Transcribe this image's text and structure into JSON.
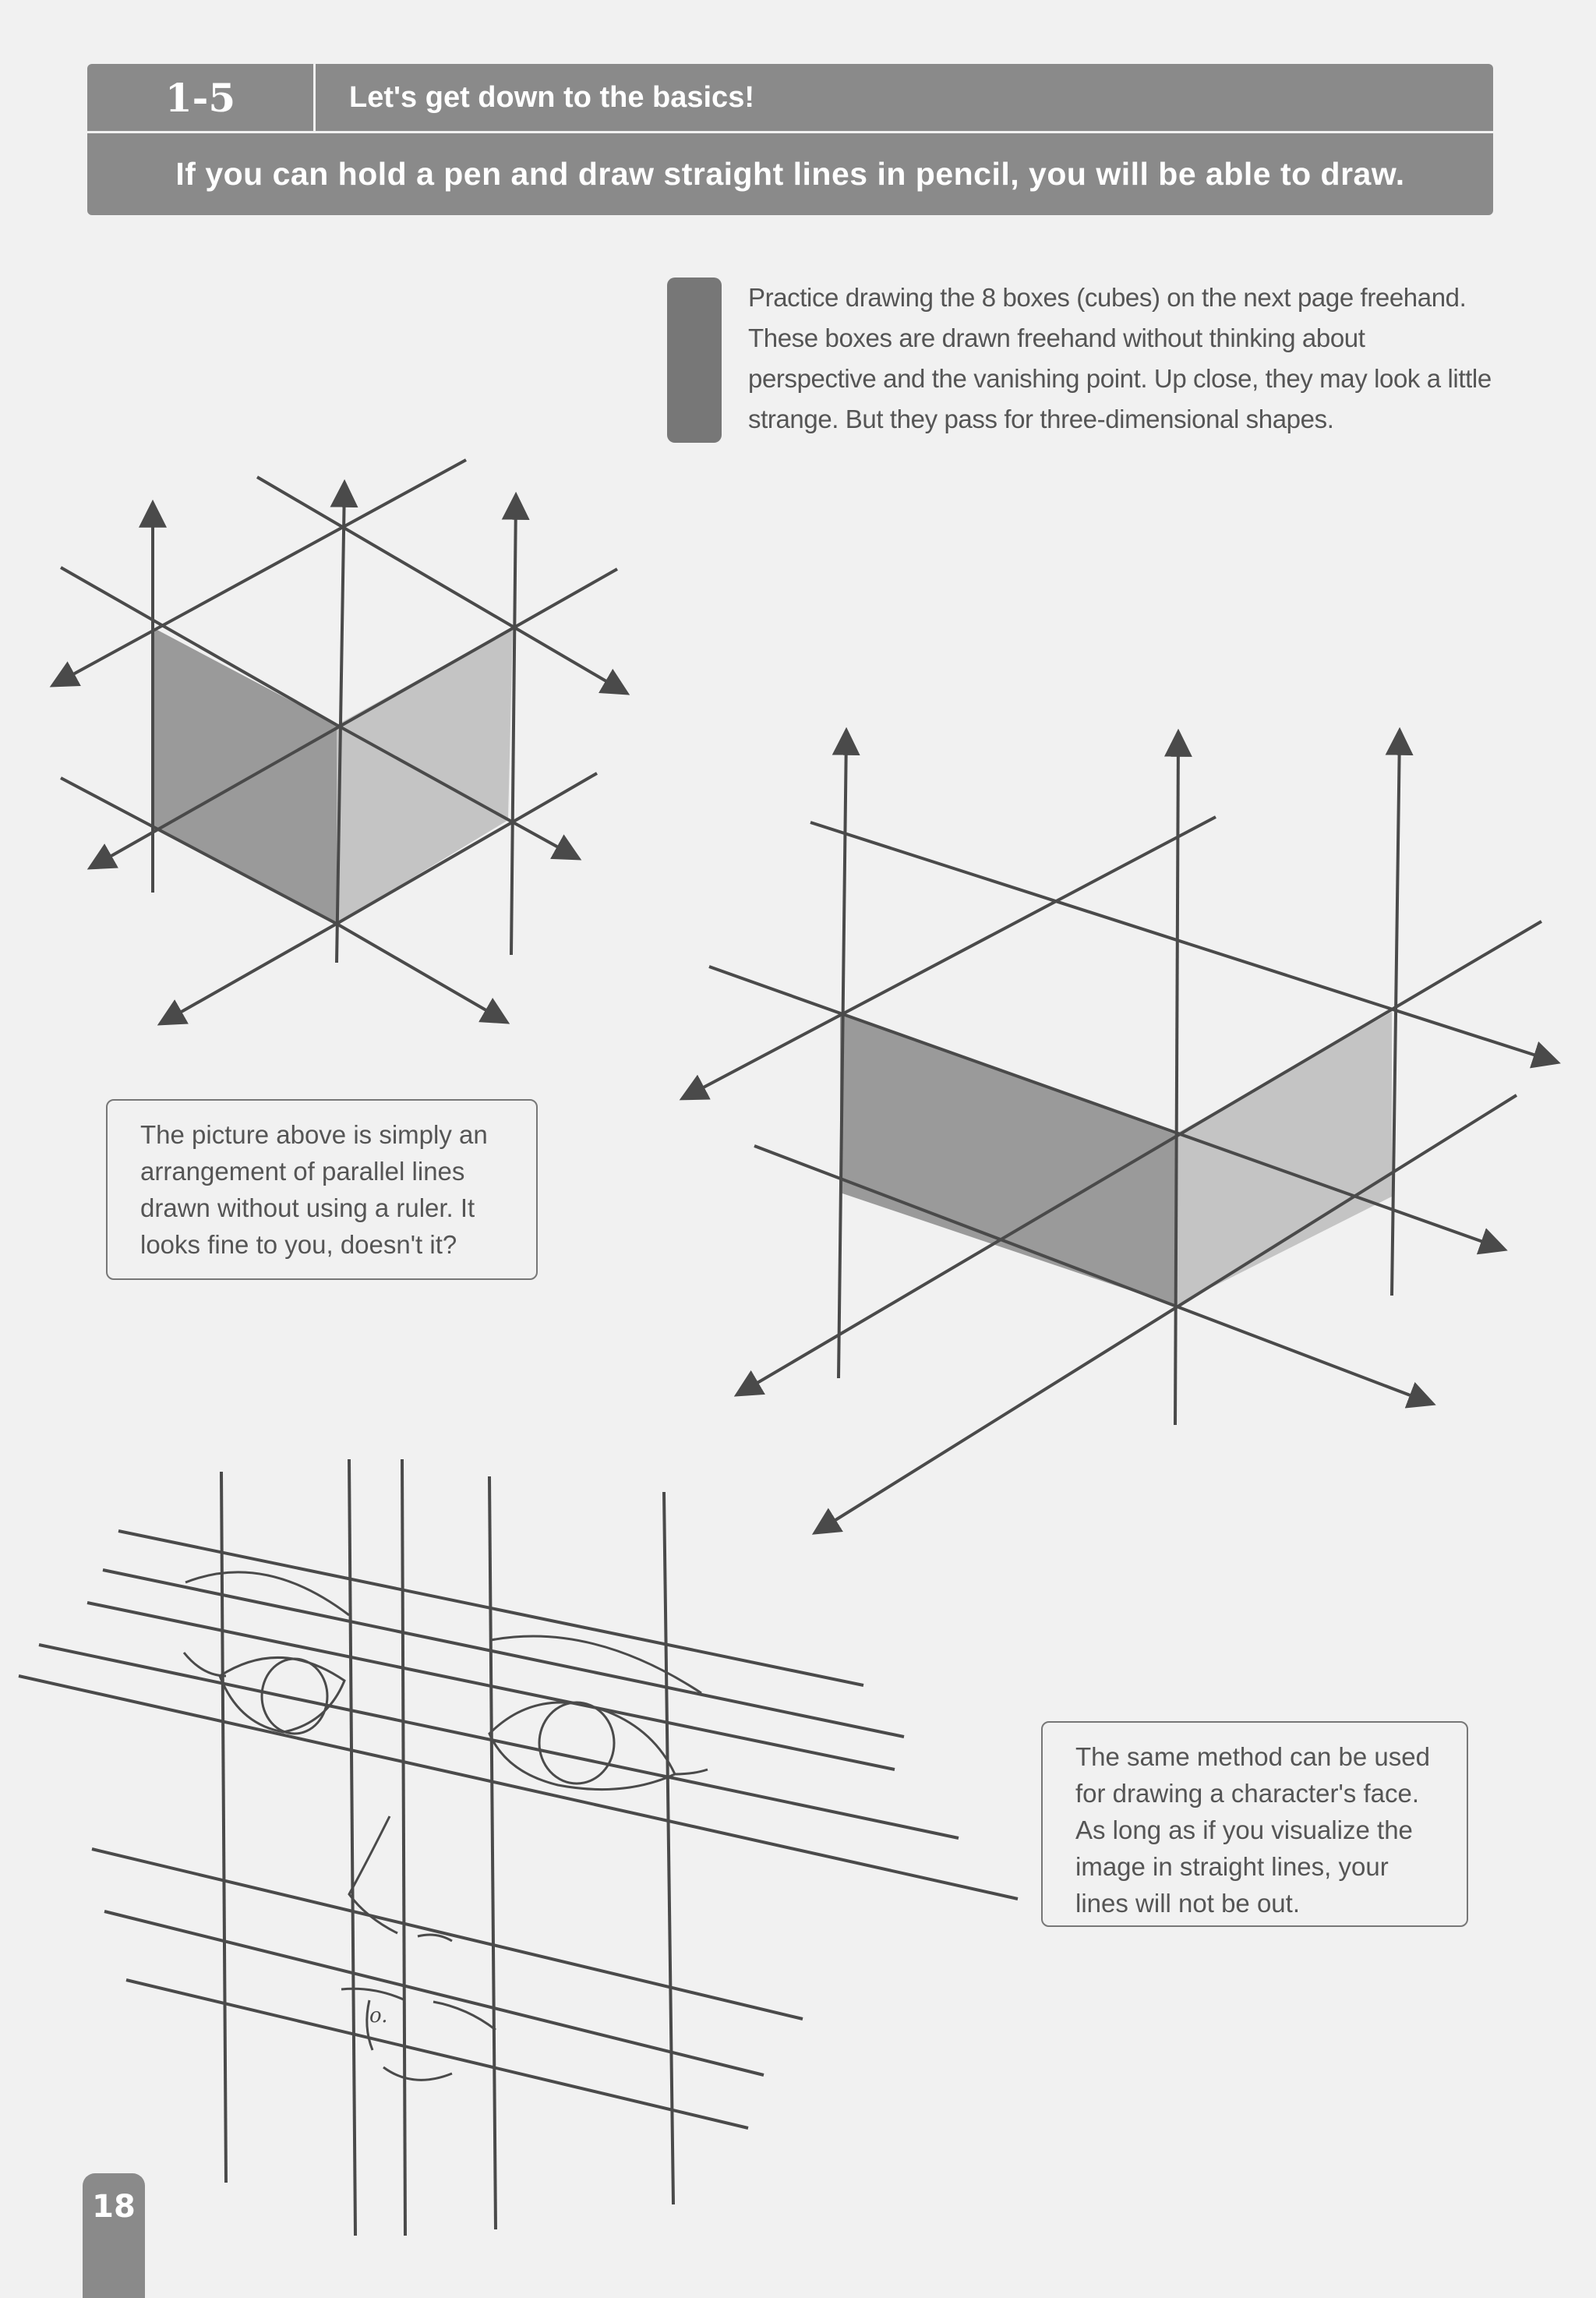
{
  "header": {
    "section_number": "1-5",
    "title": "Let's get down to the basics!",
    "subtitle": "If you can hold a pen and draw straight lines in pencil, you will be able to draw."
  },
  "intro_text": "Practice drawing the 8 boxes (cubes) on the next page freehand. These boxes are drawn freehand without thinking about perspective and the vanishing point. Up close, they may look a little strange. But they pass for three-dimensional shapes.",
  "callouts": {
    "parallel_lines": "The picture above is simply an arrangement of parallel lines drawn without using a ruler. It looks fine to you, doesn't it?",
    "face_method": "The same method can be used for drawing a character's face. As long as if you visualize the image in straight lines, your lines will not be out."
  },
  "page_number": "18",
  "colors": {
    "header_bg": "#8a8a8a",
    "page_bg": "#f1f1f1",
    "line": "#4a4a4a",
    "shade_dark": "#9a9a9a",
    "shade_light": "#c4c4c4"
  },
  "figure_icons": [
    "cube-diagram-icon",
    "box-diagram-icon",
    "face-grid-sketch-icon"
  ]
}
